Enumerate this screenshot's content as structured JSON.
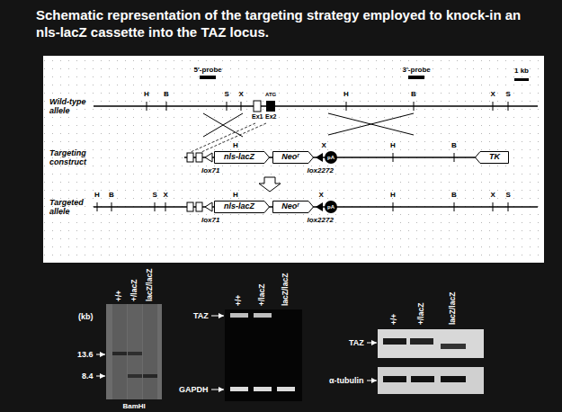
{
  "diagram": {
    "title": "Schematic representation of the targeting strategy employed to knock-in an nls-lacZ cassette into the TAZ locus.",
    "nodes": [
      {
        "text": [
          "nls-lacZ"
        ]
      },
      {
        "text": [
          "Neoʳ"
        ]
      },
      {
        "text": [
          "TK"
        ]
      },
      {
        "text": [
          "nls-lacZ"
        ]
      },
      {
        "text": [
          "Neoʳ"
        ]
      }
    ],
    "labels": [
      "5'-probe",
      "3'-probe",
      "1 kb",
      "Wild-type allele",
      "H",
      "B",
      "S",
      "X",
      "H",
      "B",
      "X",
      "S",
      "ATG",
      "Ex1",
      "Ex2",
      "Targeting construct",
      "H",
      "X",
      "H",
      "B",
      "lox71",
      "lox2272",
      "pA",
      "Targeted allele",
      "H",
      "B",
      "S",
      "X",
      "H",
      "X",
      "H",
      "B",
      "X",
      "S",
      "lox71",
      "lox2272",
      "pA",
      "(kb)",
      "13.6",
      "8.4",
      "BamHI",
      "+/+",
      "+/lacZ",
      "lacZ/lacZ",
      "+/+",
      "+/lacZ",
      "lacZ/lacZ",
      "TAZ",
      "GAPDH",
      "+/+",
      "+/lacZ",
      "lacZ/lacZ",
      "TAZ",
      "α-tubulin"
    ]
  }
}
